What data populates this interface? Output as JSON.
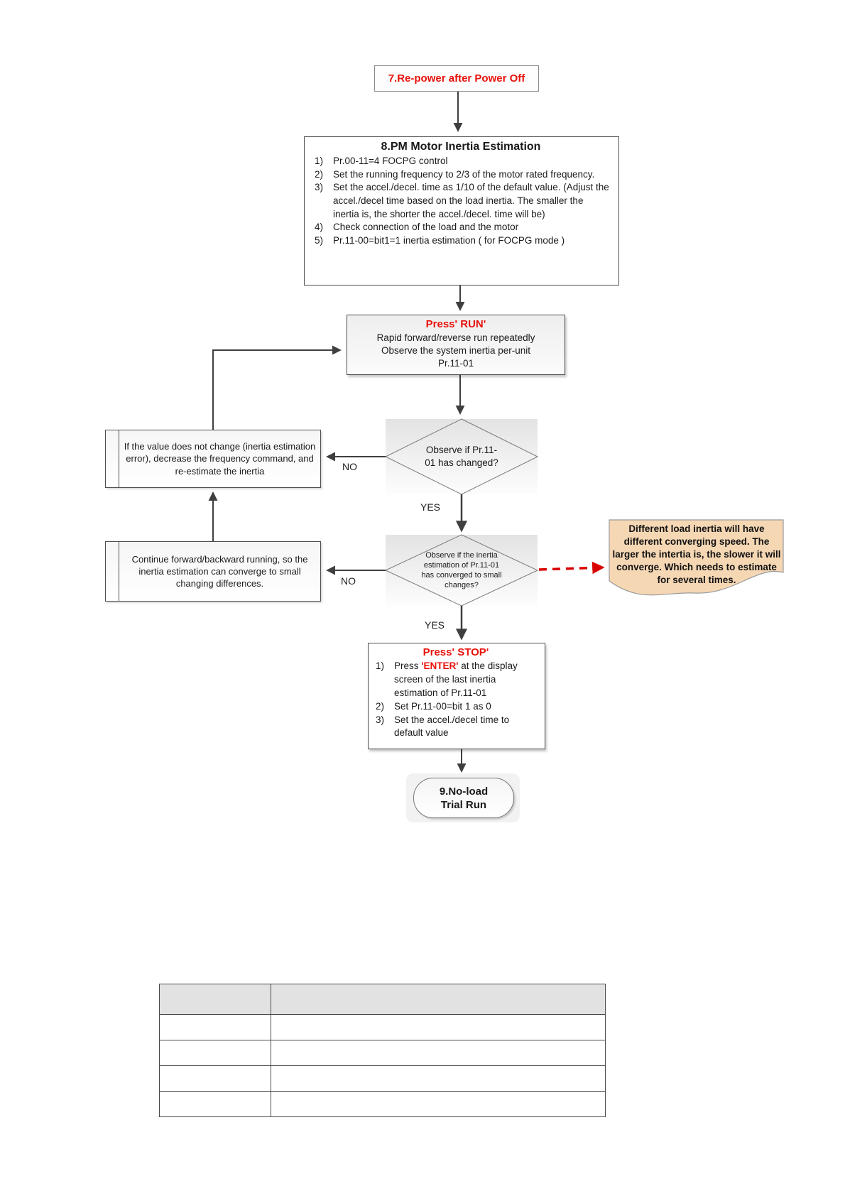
{
  "colors": {
    "accent_red": "#e8120c",
    "dashed_arrow_red": "#d90000",
    "connector": "#3f3f3f",
    "note_bg": "#f5d7b4",
    "note_border": "#9a9a9a",
    "diamond_fill_top": "#e3e3e3",
    "header_row_bg": "#e2e2e2"
  },
  "flowchart": {
    "start_box": {
      "label": "7.Re-power after Power Off"
    },
    "estimation_box": {
      "title": "8.PM Motor Inertia Estimation",
      "items": [
        {
          "num": "1)",
          "text": "Pr.00-11=4 FOCPG control"
        },
        {
          "num": "2)",
          "text": "Set the running frequency to 2/3 of the motor rated frequency."
        },
        {
          "num": "3)",
          "text": "Set the accel./decel. time as 1/10 of the default value. (Adjust the accel./decel time based on the load inertia. The smaller the inertia is, the shorter the accel./decel. time will be)"
        },
        {
          "num": "4)",
          "text": "Check connection of the load and the motor"
        },
        {
          "num": "5)",
          "text": "Pr.11-00=bit1=1 inertia estimation ( for FOCPG mode )"
        }
      ]
    },
    "run_box": {
      "title": "Press'  RUN'",
      "lines": [
        "Rapid forward/reverse run repeatedly",
        "Observe the system inertia per-unit",
        "Pr.11-01"
      ]
    },
    "decision1": {
      "lines": [
        "Observe if Pr.11-",
        "01 has changed?"
      ]
    },
    "no_box1": {
      "text": "If the value does not change (inertia estimation error), decrease the frequency command, and re-estimate the inertia"
    },
    "decision2": {
      "lines": [
        "Observe if the inertia",
        "estimation of Pr.11-01",
        "has converged to small",
        "changes?"
      ]
    },
    "no_box2": {
      "text": "Continue forward/backward running, so the inertia estimation can converge to small changing differences."
    },
    "note_box": {
      "text": "Different load inertia will have different converging speed. The larger the intertia is, the slower it will converge. Which needs to estimate for several times."
    },
    "stop_box": {
      "title": "Press'  STOP'",
      "items": [
        {
          "num": "1)",
          "pre": "Press ",
          "red": "'ENTER'",
          "post": " at the display screen of the last inertia estimation of Pr.11-01"
        },
        {
          "num": "2)",
          "pre": "Set Pr.11-00=bit 1 as 0",
          "red": "",
          "post": ""
        },
        {
          "num": "3)",
          "pre": "Set the accel./decel time to default value",
          "red": "",
          "post": ""
        }
      ]
    },
    "terminal": {
      "line1": "9.No-load",
      "line2": "Trial Run"
    },
    "labels": {
      "no1": "NO",
      "yes1": "YES",
      "no2": "NO",
      "yes2": "YES"
    }
  },
  "table": {
    "header": [
      "",
      ""
    ],
    "rows": [
      [
        "",
        ""
      ],
      [
        "",
        ""
      ],
      [
        "",
        ""
      ],
      [
        "",
        ""
      ]
    ]
  }
}
